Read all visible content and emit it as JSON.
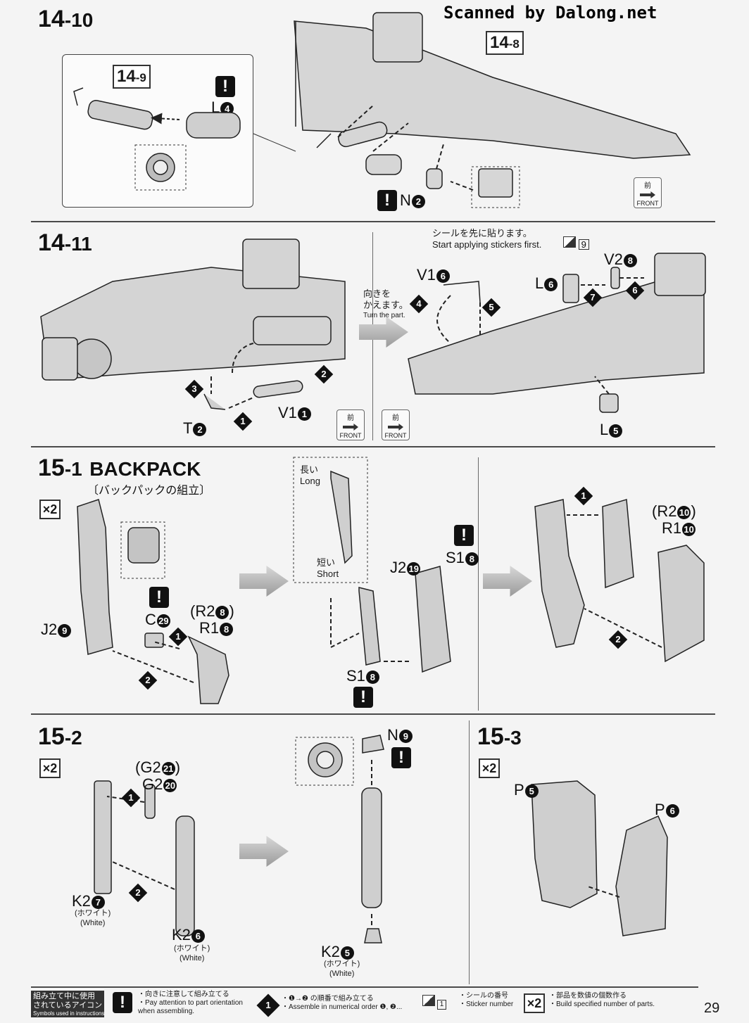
{
  "watermark": "Scanned by Dalong.net",
  "page_number": "29",
  "steps": {
    "s14_10": {
      "main": "14",
      "sub": "-10"
    },
    "s14_11": {
      "main": "14",
      "sub": "-11"
    },
    "s15_1": {
      "main": "15",
      "sub": "-1",
      "title": "BACKPACK",
      "subtitle": "〔バックパックの組立〕"
    },
    "s15_2": {
      "main": "15",
      "sub": "-2"
    },
    "s15_3": {
      "main": "15",
      "sub": "-3"
    }
  },
  "refs": {
    "r14_9": {
      "main": "14",
      "sub": "-9"
    },
    "r14_8": {
      "main": "14",
      "sub": "-8"
    }
  },
  "labels": {
    "L4": "L",
    "L4n": "4",
    "N2": "N",
    "N2n": "2",
    "T2": "T",
    "T2n": "2",
    "V1": "V1",
    "V1n": "1",
    "V1b": "V1",
    "V1bn": "6",
    "L6": "L",
    "L6n": "6",
    "V2": "V2",
    "V2n": "8",
    "L5": "L",
    "L5n": "5",
    "J2a": "J2",
    "J2an": "9",
    "C2": "C",
    "C2n": "29",
    "R2a": "(R2",
    "R2an": "8",
    "R2a_close": ")",
    "R1a": "R1",
    "R1an": "8",
    "J2b": "J2",
    "J2bn": "19",
    "S1a": "S1",
    "S1an": "8",
    "S1b": "S1",
    "S1bn": "8",
    "R2b": "(R2",
    "R2bn": "10",
    "R2b_close": ")",
    "R1b": "R1",
    "R1bn": "10",
    "G2a": "(G2",
    "G2an": "21",
    "G2a_close": ")",
    "G2b": "G2",
    "G2bn": "20",
    "K2a": "K2",
    "K2an": "7",
    "K2b": "K2",
    "K2bn": "6",
    "N9": "N",
    "N9n": "9",
    "K2c": "K2",
    "K2cn": "5",
    "P5": "P",
    "P5n": "5",
    "P6": "P",
    "P6n": "6"
  },
  "white_jp": "(ホワイト)",
  "white_en": "(White)",
  "sticker_note_jp": "シールを先に貼ります。",
  "sticker_note_en": "Start applying stickers first.",
  "sticker_num": "9",
  "turn_jp1": "向きを",
  "turn_jp2": "かえます。",
  "turn_en": "Turn the part.",
  "long_jp": "長い",
  "long_en": "Long",
  "short_jp": "短い",
  "short_en": "Short",
  "front_jp": "前",
  "front_en": "FRONT",
  "x2": "×2",
  "warn_glyph": "!",
  "diamonds": [
    "1",
    "2",
    "3",
    "4",
    "5",
    "6",
    "7"
  ],
  "footer": {
    "icons_jp1": "組み立て中に使用",
    "icons_jp2": "されているアイコン",
    "icons_en": "Symbols used in instructions",
    "attn_jp": "・向きに注意して組み立てる",
    "attn_en1": "・Pay attention to part orientation",
    "attn_en2": "when assembling.",
    "order_jp": "・❶→❷ の順番で組み立てる",
    "order_en": "・Assemble in numerical order ❶, ❷...",
    "sticker_jp": "・シールの番号",
    "sticker_en": "・Sticker number",
    "sticker_num": "1",
    "count_jp": "・部品を数値の個数作る",
    "count_en": "・Build specified number of parts.",
    "order_badge": "1"
  }
}
